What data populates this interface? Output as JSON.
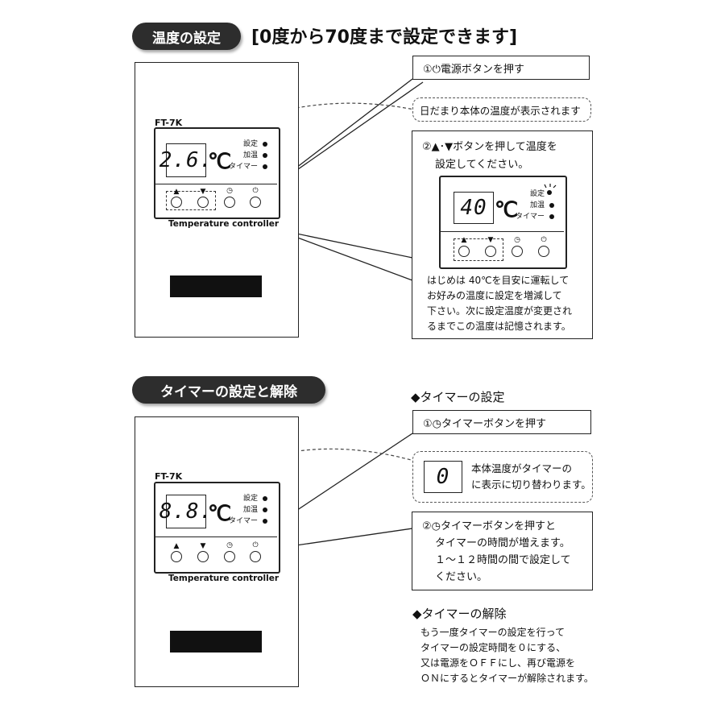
{
  "section1": {
    "pill": "温度の設定",
    "heading": "[0度から70度まで設定できます]",
    "device": {
      "model": "FT-7K",
      "display": "2.6.",
      "unit": "℃",
      "indicators": [
        "設定",
        "加温",
        "タイマー"
      ],
      "controller_label": "Temperature controller",
      "button_glyphs": [
        "▲",
        "▼",
        "◷",
        "⏻"
      ]
    },
    "step1": "①⏻電源ボタンを押す",
    "note": "日だまり本体の温度が表示されます",
    "step2_line1": "②▲･▼ボタンを押して温度を",
    "step2_line2": "設定してください。",
    "inset": {
      "display": "40",
      "unit": "℃",
      "indicators": [
        "設定",
        "加温",
        "タイマー"
      ]
    },
    "desc": [
      "はじめは 40℃を目安に運転して",
      "お好みの温度に設定を増減して",
      "下さい。次に設定温度が変更され",
      "るまでこの温度は記憶されます。"
    ]
  },
  "section2": {
    "pill": "タイマーの設定と解除",
    "sub_set": "◆タイマーの設定",
    "device": {
      "model": "FT-7K",
      "display": "8.8.",
      "unit": "℃",
      "indicators": [
        "設定",
        "加温",
        "タイマー"
      ],
      "controller_label": "Temperature controller",
      "button_glyphs": [
        "▲",
        "▼",
        "◷",
        "⏻"
      ]
    },
    "step1": "①◷タイマーボタンを押す",
    "note_display": "0",
    "note_line1": "本体温度がタイマーの",
    "note_line2": "に表示に切り替わります。",
    "step2": [
      "②◷タイマーボタンを押すと",
      "タイマーの時間が増えます。",
      "１～１２時間の間で設定して",
      "ください。"
    ],
    "sub_cancel": "◆タイマーの解除",
    "cancel": [
      "もう一度タイマーの設定を行って",
      "タイマーの設定時間を０にする、",
      "又は電源をＯＦＦにし、再び電源を",
      "ＯＮにするとタイマーが解除されます。"
    ]
  }
}
